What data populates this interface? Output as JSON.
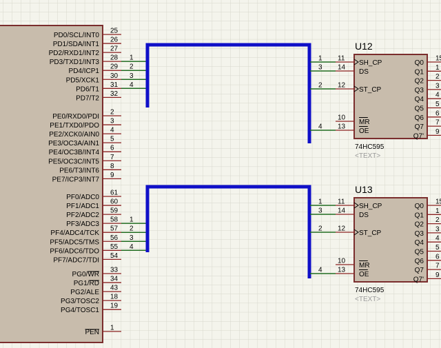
{
  "mcu": {
    "groups": [
      {
        "pins": [
          {
            "name": "PD0/SCL/INT0",
            "num": "25"
          },
          {
            "name": "PD1/SDA/INT1",
            "num": "26"
          },
          {
            "name": "PD2/RXD1/INT2",
            "num": "27"
          },
          {
            "name": "PD3/TXD1/INT3",
            "num": "28",
            "net": "1"
          },
          {
            "name": "PD4/ICP1",
            "num": "29",
            "net": "2"
          },
          {
            "name": "PD5/XCK1",
            "num": "30",
            "net": "3"
          },
          {
            "name": "PD6/T1",
            "num": "31",
            "net": "4"
          },
          {
            "name": "PD7/T2",
            "num": "32"
          }
        ]
      },
      {
        "pins": [
          {
            "name": "PE0/RXD0/PDI",
            "num": "2"
          },
          {
            "name": "PE1/TXD0/PDO",
            "num": "3"
          },
          {
            "name": "PE2/XCK0/AIN0",
            "num": "4"
          },
          {
            "name": "PE3/OC3A/AIN1",
            "num": "5"
          },
          {
            "name": "PE4/OC3B/INT4",
            "num": "6"
          },
          {
            "name": "PE5/OC3C/INT5",
            "num": "7"
          },
          {
            "name": "PE6/T3/INT6",
            "num": "8"
          },
          {
            "name": "PE7/ICP3/INT7",
            "num": "9"
          }
        ]
      },
      {
        "pins": [
          {
            "name": "PF0/ADC0",
            "num": "61"
          },
          {
            "name": "PF1/ADC1",
            "num": "60"
          },
          {
            "name": "PF2/ADC2",
            "num": "59"
          },
          {
            "name": "PF3/ADC3",
            "num": "58",
            "net": "1"
          },
          {
            "name": "PF4/ADC4/TCK",
            "num": "57",
            "net": "2"
          },
          {
            "name": "PF5/ADC5/TMS",
            "num": "56",
            "net": "3"
          },
          {
            "name": "PF6/ADC6/TDO",
            "num": "55",
            "net": "4"
          },
          {
            "name": "PF7/ADC7/TDI",
            "num": "54"
          }
        ]
      },
      {
        "pins": [
          {
            "name": "PG0/WR",
            "num": "33",
            "bar": "WR"
          },
          {
            "name": "PG1/RD",
            "num": "34",
            "bar": "RD"
          },
          {
            "name": "PG2/ALE",
            "num": "43"
          },
          {
            "name": "PG3/TOSC2",
            "num": "18"
          },
          {
            "name": "PG4/TOSC1",
            "num": "19"
          }
        ]
      },
      {
        "pins": [
          {
            "name": "PEN",
            "num": "1",
            "bar": "PEN"
          }
        ]
      }
    ]
  },
  "chips": [
    {
      "ref": "U12",
      "part": "74HC595",
      "text": "<TEXT>",
      "inputs": [
        {
          "name": "SH_CP",
          "num": "11",
          "net": "1",
          "clock": true
        },
        {
          "name": "DS",
          "num": "14",
          "net": "3"
        },
        {
          "name": "ST_CP",
          "num": "12",
          "net": "2",
          "clock": true
        },
        {
          "name": "MR",
          "num": "10",
          "bar": true
        },
        {
          "name": "OE",
          "num": "13",
          "net": "4",
          "bar": true
        }
      ],
      "outputs": [
        {
          "name": "Q0",
          "num": "15"
        },
        {
          "name": "Q1",
          "num": "1"
        },
        {
          "name": "Q2",
          "num": "2"
        },
        {
          "name": "Q3",
          "num": "3"
        },
        {
          "name": "Q4",
          "num": "4"
        },
        {
          "name": "Q5",
          "num": "5"
        },
        {
          "name": "Q6",
          "num": "6"
        },
        {
          "name": "Q7",
          "num": "7"
        },
        {
          "name": "Q7'",
          "num": "9"
        }
      ]
    },
    {
      "ref": "U13",
      "part": "74HC595",
      "text": "<TEXT>",
      "inputs": [
        {
          "name": "SH_CP",
          "num": "11",
          "net": "1",
          "clock": true
        },
        {
          "name": "DS",
          "num": "14",
          "net": "3"
        },
        {
          "name": "ST_CP",
          "num": "12",
          "net": "2",
          "clock": true
        },
        {
          "name": "MR",
          "num": "10",
          "bar": true
        },
        {
          "name": "OE",
          "num": "13",
          "net": "4",
          "bar": true
        }
      ],
      "outputs": [
        {
          "name": "Q0",
          "num": "15"
        },
        {
          "name": "Q1",
          "num": "1"
        },
        {
          "name": "Q2",
          "num": "2"
        },
        {
          "name": "Q3",
          "num": "3"
        },
        {
          "name": "Q4",
          "num": "4"
        },
        {
          "name": "Q5",
          "num": "5"
        },
        {
          "name": "Q6",
          "num": "6"
        },
        {
          "name": "Q7",
          "num": "7"
        },
        {
          "name": "Q7'",
          "num": "9"
        }
      ]
    }
  ],
  "colors": {
    "background": "#f4f4ec",
    "grid": "#d6d6cc",
    "component_body": "#c8bcac",
    "component_outline": "#7a2d2d",
    "pin": "#8a2020",
    "wire": "#1f6b1f",
    "bus": "#1010c8",
    "text": "#000000",
    "placeholder_text": "#9a9a9a"
  }
}
